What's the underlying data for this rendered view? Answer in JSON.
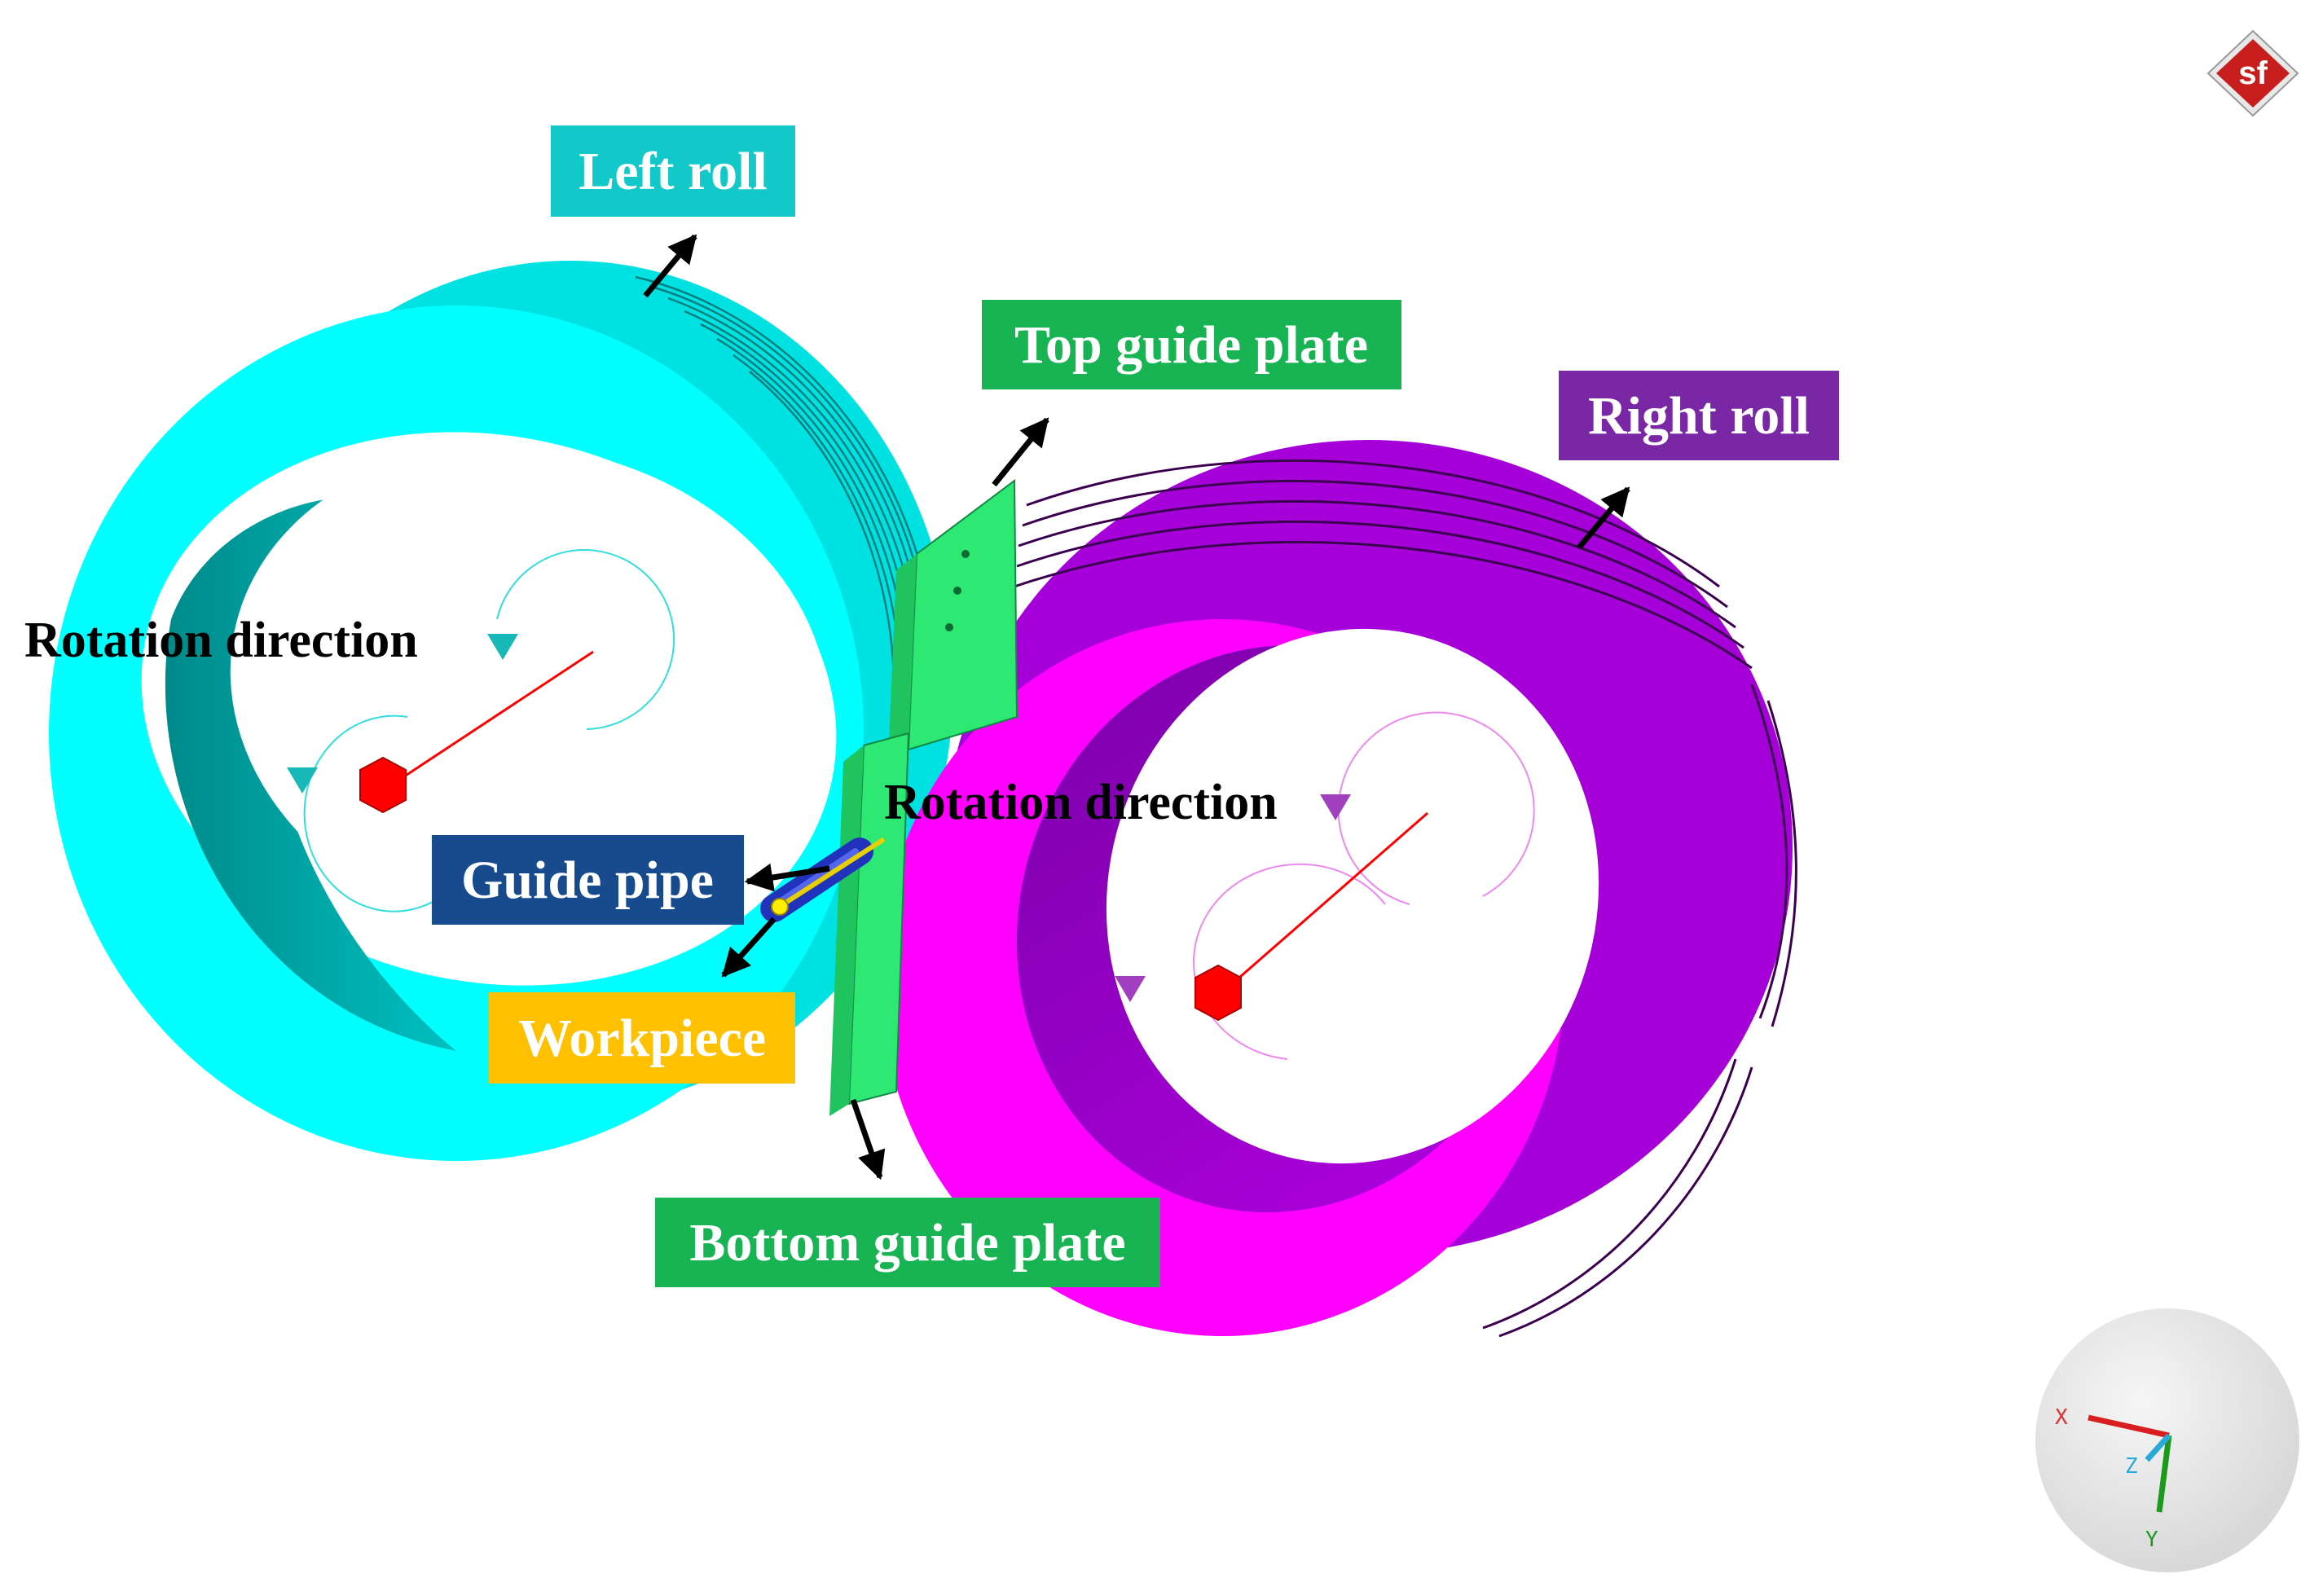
{
  "labels": {
    "left_roll": "Left roll",
    "top_guide_plate": "Top guide plate",
    "right_roll": "Right roll",
    "rotation_left": "Rotation direction",
    "rotation_right": "Rotation direction",
    "guide_pipe": "Guide pipe",
    "workpiece": "Workpiece",
    "bottom_guide_plate": "Bottom guide plate"
  },
  "logo": {
    "text": "sf"
  },
  "axis_triad": {
    "x": "X",
    "y": "Y",
    "z": "Z"
  },
  "colors": {
    "left_roll": "#00ffff",
    "left_roll_shade": "#00aaaa",
    "right_roll": "#ff00ff",
    "right_roll_shade": "#9400cc",
    "guide_plate": "#33ee77",
    "guide_pipe": "#2233bb",
    "workpiece": "#ffee00",
    "label_cyan": "#12c8c8",
    "label_green": "#18b454",
    "label_purple": "#7a27a6",
    "label_navy": "#174b8e",
    "label_amber": "#ffc000",
    "axis_marker": "#ff0000"
  }
}
